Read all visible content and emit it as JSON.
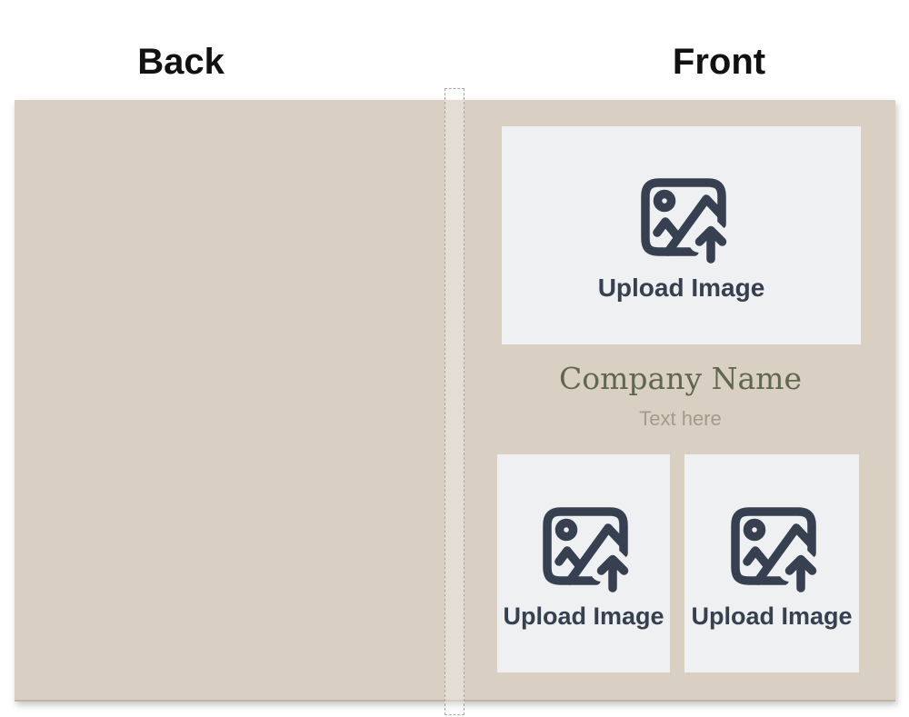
{
  "header": {
    "back_label": "Back",
    "front_label": "Front"
  },
  "colors": {
    "title": "#111111",
    "card_bg": "#d9cfc3",
    "card_edge": "#c3b5a3",
    "upload_box_bg": "#eff0f2",
    "icon": "#364050",
    "company_name": "#5e684f",
    "text_here": "#a59a8b"
  },
  "front_cover": {
    "main_upload_label": "Upload Image",
    "company_name": "Company Name",
    "text_placeholder": "Text here",
    "bottom_uploads": [
      {
        "label": "Upload Image"
      },
      {
        "label": "Upload Image"
      }
    ]
  },
  "icons": {
    "upload": "image-upload-arrow-icon"
  }
}
